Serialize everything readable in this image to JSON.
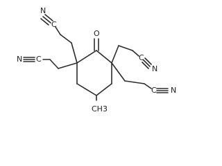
{
  "molecule": {
    "atom_labels": {
      "oxygen": "O",
      "nitrile_1_c": "C",
      "nitrile_1_n": "N",
      "nitrile_2_c": "C",
      "nitrile_2_n": "N",
      "nitrile_3_c": "C",
      "nitrile_3_n": "N",
      "nitrile_4_c": "C",
      "nitrile_4_n": "N",
      "methyl": "CH3"
    }
  }
}
